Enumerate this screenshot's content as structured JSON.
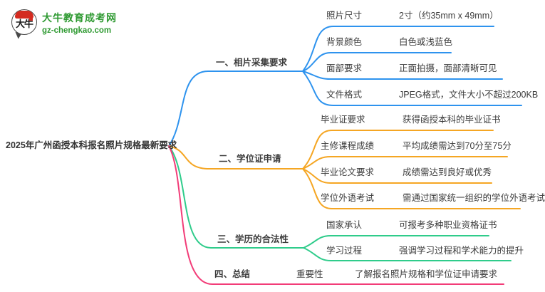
{
  "logo": {
    "icon_text": "大牛",
    "title": "大牛教育成考网",
    "subtitle": "gz-chengkao.com"
  },
  "central_topic": "2025年广州函授本科报名照片规格最新要求",
  "colors": {
    "branch1_blue": "#2e93ee",
    "branch2_orange": "#f5a623",
    "branch3_green": "#2fcc8b",
    "branch4_pink": "#f23c78",
    "brand_green": "#2f9a32",
    "text": "#3c3c3c"
  },
  "branches": [
    {
      "label": "一、相片采集要求",
      "children": [
        {
          "label": "照片尺寸",
          "value": "2寸（约35mm x 49mm）"
        },
        {
          "label": "背景颜色",
          "value": "白色或浅蓝色"
        },
        {
          "label": "面部要求",
          "value": "正面拍摄，面部清晰可见"
        },
        {
          "label": "文件格式",
          "value": "JPEG格式，文件大小不超过200KB"
        }
      ]
    },
    {
      "label": "二、学位证申请",
      "children": [
        {
          "label": "毕业证要求",
          "value": "获得函授本科的毕业证书"
        },
        {
          "label": "主修课程成绩",
          "value": "平均成绩需达到70分至75分"
        },
        {
          "label": "毕业论文要求",
          "value": "成绩需达到良好或优秀"
        },
        {
          "label": "学位外语考试",
          "value": "需通过国家统一组织的学位外语考试"
        }
      ]
    },
    {
      "label": "三、学历的合法性",
      "children": [
        {
          "label": "国家承认",
          "value": "可报考多种职业资格证书"
        },
        {
          "label": "学习过程",
          "value": "强调学习过程和学术能力的提升"
        }
      ]
    },
    {
      "label": "四、总结",
      "children": [
        {
          "label": "重要性",
          "value": "了解报名照片规格和学位证申请要求"
        }
      ]
    }
  ]
}
